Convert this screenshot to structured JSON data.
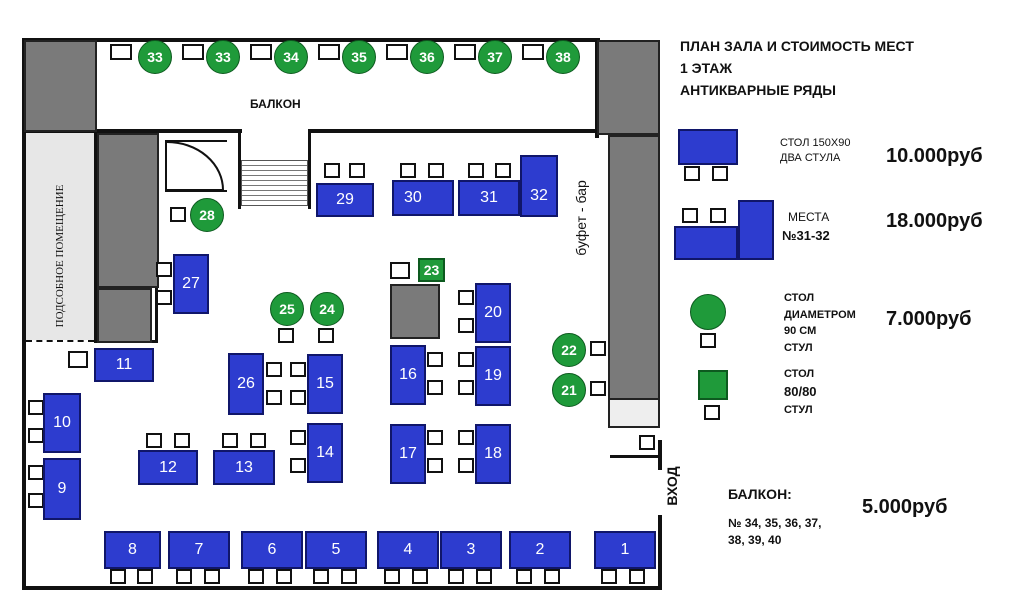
{
  "title": {
    "line1": "ПЛАН ЗАЛА И СТОИМОСТЬ МЕСТ",
    "line2": "1 ЭТАЖ",
    "line3": "АНТИКВАРНЫЕ РЯДЫ"
  },
  "labels": {
    "balcony": "БАЛКОН",
    "buffet": "буфет - бар",
    "entrance": "ВХОД",
    "utility": "ПОДСОБНОЕ ПОМЕЩЕНИЕ"
  },
  "legend": {
    "rect_table": {
      "line1": "СТОЛ 150Х90",
      "line2": "ДВА СТУЛА",
      "price": "10.000руб"
    },
    "seats_31_32": {
      "line1": "МЕСТА",
      "line2": "№31-32",
      "price": "18.000руб"
    },
    "round_table": {
      "line1": "СТОЛ",
      "line2": "ДИАМЕТРОМ",
      "line3": "90 СМ",
      "line4": "СТУЛ",
      "price": "7.000руб"
    },
    "square_table": {
      "line1": "СТОЛ",
      "line2": "80/80",
      "line3": "СТУЛ"
    },
    "balcony": {
      "title": "БАЛКОН:",
      "line1": "№ 34, 35, 36, 37,",
      "line2": "38, 39, 40",
      "price": "5.000руб"
    }
  },
  "tables": {
    "t1": "1",
    "t2": "2",
    "t3": "3",
    "t4": "4",
    "t5": "5",
    "t6": "6",
    "t7": "7",
    "t8": "8",
    "t9": "9",
    "t10": "10",
    "t11": "11",
    "t12": "12",
    "t13": "13",
    "t14": "14",
    "t15": "15",
    "t16": "16",
    "t17": "17",
    "t18": "18",
    "t19": "19",
    "t20": "20",
    "t21": "21",
    "t22": "22",
    "t23": "23",
    "t24": "24",
    "t25": "25",
    "t26": "26",
    "t27": "27",
    "t28": "28",
    "t29": "29",
    "t30": "30",
    "t31": "31",
    "t32": "32"
  },
  "balcony_tables": [
    "33",
    "33",
    "34",
    "35",
    "36",
    "37",
    "38"
  ],
  "colors": {
    "table_blue": "#2d3ccf",
    "round_green": "#1f9a3a",
    "wall": "#111111",
    "gray_block": "#7a7a7a"
  }
}
